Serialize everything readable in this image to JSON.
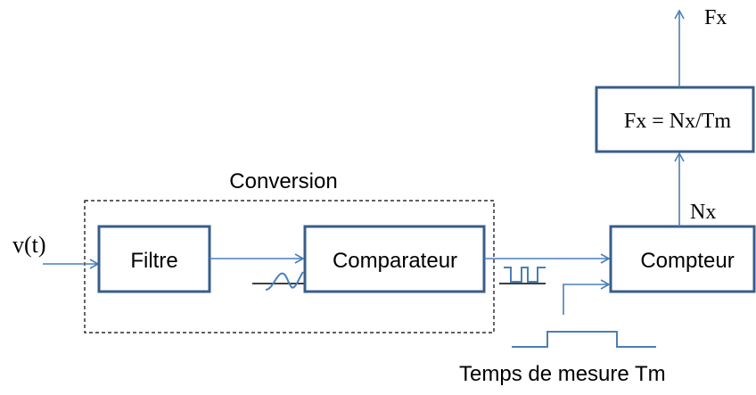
{
  "colors": {
    "box_stroke": "#385d8a",
    "arrow": "#4a7ebb",
    "text": "#000000",
    "dashed": "#000000"
  },
  "labels": {
    "input": "v(t)",
    "conversion": "Conversion",
    "output": "Fx",
    "nx": "Nx",
    "measure_time": "Temps de mesure Tm"
  },
  "blocks": {
    "filtre": "Filtre",
    "comparateur": "Comparateur",
    "compteur": "Compteur",
    "formula": "Fx = Nx/Tm"
  }
}
